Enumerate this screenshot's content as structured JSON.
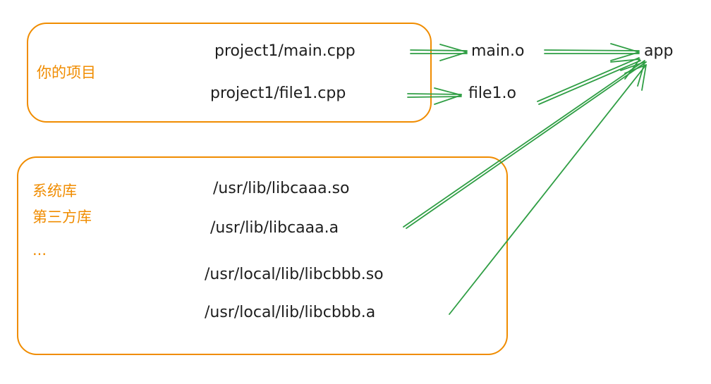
{
  "colors": {
    "group_border": "#f08c00",
    "group_label": "#f08c00",
    "text": "#1e1e1e",
    "arrow": "#2f9e44"
  },
  "project_group": {
    "label": "你的项目",
    "files": [
      "project1/main.cpp",
      "project1/file1.cpp"
    ]
  },
  "system_group": {
    "labels": [
      "系统库",
      "第三方库",
      "..."
    ],
    "files": [
      "/usr/lib/libcaaa.so",
      "/usr/lib/libcaaa.a",
      "/usr/local/lib/libcbbb.so",
      "/usr/local/lib/libcbbb.a"
    ]
  },
  "objects": [
    "main.o",
    "file1.o"
  ],
  "output": "app",
  "edges": [
    {
      "from": "project1/main.cpp",
      "to": "main.o"
    },
    {
      "from": "project1/file1.cpp",
      "to": "file1.o"
    },
    {
      "from": "main.o",
      "to": "app"
    },
    {
      "from": "file1.o",
      "to": "app"
    },
    {
      "from": "/usr/lib/libcaaa.a",
      "to": "app"
    },
    {
      "from": "/usr/local/lib/libcbbb.a",
      "to": "app"
    }
  ]
}
